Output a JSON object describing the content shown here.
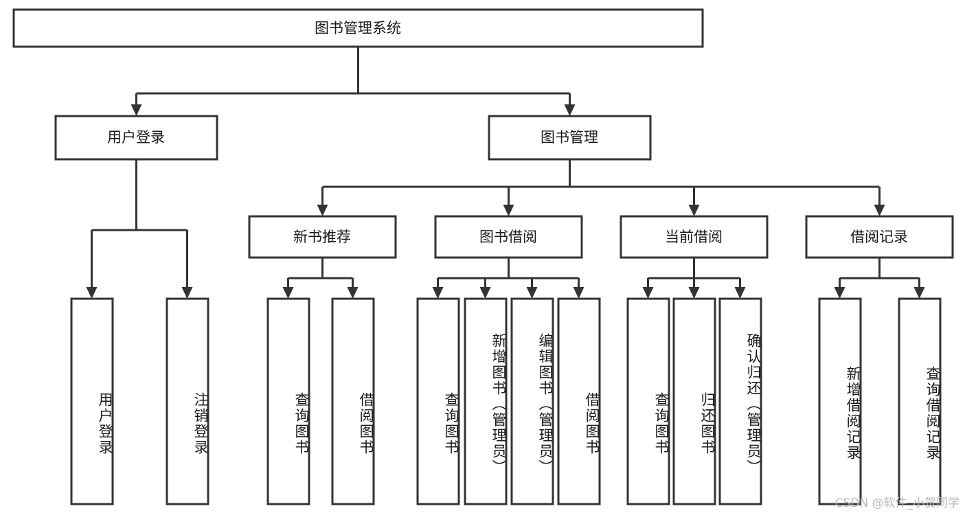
{
  "diagram": {
    "type": "tree-hierarchy-flowchart",
    "title": "图书管理系统",
    "orientation": "top-down",
    "levels": 4,
    "root": {
      "id": "root",
      "label": "图书管理系统",
      "text_orientation": "horizontal"
    },
    "level2": [
      {
        "id": "user-login",
        "label": "用户登录",
        "text_orientation": "horizontal"
      },
      {
        "id": "book-manage",
        "label": "图书管理",
        "text_orientation": "horizontal"
      }
    ],
    "level3": [
      {
        "id": "new-book-rec",
        "label": "新书推荐",
        "parent": "book-manage",
        "text_orientation": "horizontal"
      },
      {
        "id": "book-borrow",
        "label": "图书借阅",
        "parent": "book-manage",
        "text_orientation": "horizontal"
      },
      {
        "id": "current-borrow",
        "label": "当前借阅",
        "parent": "book-manage",
        "text_orientation": "horizontal"
      },
      {
        "id": "borrow-record",
        "label": "借阅记录",
        "parent": "book-manage",
        "text_orientation": "horizontal"
      }
    ],
    "leaves": [
      {
        "id": "leaf-user-login",
        "label": "用户登录",
        "parent": "user-login",
        "text_orientation": "vertical"
      },
      {
        "id": "leaf-user-logout",
        "label": "注销登录",
        "parent": "user-login",
        "text_orientation": "vertical"
      },
      {
        "id": "leaf-query-book-1",
        "label": "查询图书",
        "parent": "new-book-rec",
        "text_orientation": "vertical"
      },
      {
        "id": "leaf-borrow-book-1",
        "label": "借阅图书",
        "parent": "new-book-rec",
        "text_orientation": "vertical"
      },
      {
        "id": "leaf-query-book-2",
        "label": "查询图书",
        "parent": "book-borrow",
        "text_orientation": "vertical"
      },
      {
        "id": "leaf-add-book",
        "label": "新增图书（管理员）",
        "parent": "book-borrow",
        "text_orientation": "vertical"
      },
      {
        "id": "leaf-edit-book",
        "label": "编辑图书（管理员）",
        "parent": "book-borrow",
        "text_orientation": "vertical"
      },
      {
        "id": "leaf-borrow-book-2",
        "label": "借阅图书",
        "parent": "book-borrow",
        "text_orientation": "vertical"
      },
      {
        "id": "leaf-query-book-3",
        "label": "查询图书",
        "parent": "current-borrow",
        "text_orientation": "vertical"
      },
      {
        "id": "leaf-return-book",
        "label": "归还图书",
        "parent": "current-borrow",
        "text_orientation": "vertical"
      },
      {
        "id": "leaf-confirm-return",
        "label": "确认归还（管理员）",
        "parent": "current-borrow",
        "text_orientation": "vertical"
      },
      {
        "id": "leaf-add-record",
        "label": "新增借阅记录",
        "parent": "borrow-record",
        "text_orientation": "vertical"
      },
      {
        "id": "leaf-query-record",
        "label": "查询借阅记录",
        "parent": "borrow-record",
        "text_orientation": "vertical"
      }
    ],
    "colors": {
      "stroke": "#333333",
      "box_fill": "#ffffff",
      "text": "#1a1a1a",
      "background": "#ffffff",
      "watermark": "#b9b9b9"
    }
  },
  "watermark": {
    "text": "CSDN @软件_小贺同学"
  }
}
